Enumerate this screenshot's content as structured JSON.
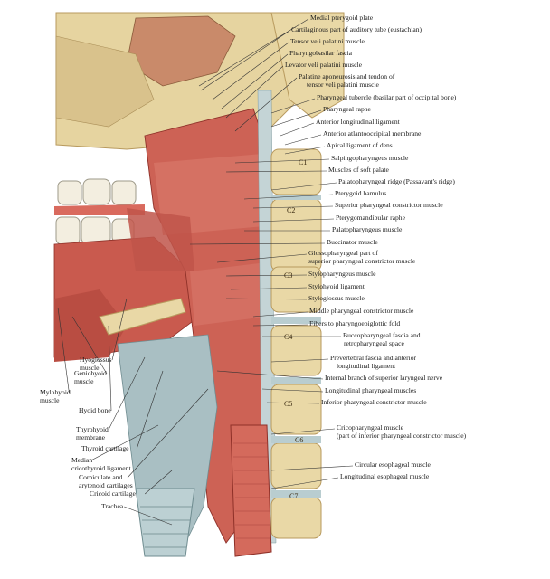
{
  "figure": {
    "right_labels": [
      {
        "id": "medial-pterygoid-plate",
        "text": "Medial pterygoid plate"
      },
      {
        "id": "cartilaginous-auditory-tube",
        "text": "Cartilaginous part of auditory tube (eustachian)"
      },
      {
        "id": "tensor-veli-palatini",
        "text": "Tensor veli palatini muscle"
      },
      {
        "id": "pharyngobasilar-fascia",
        "text": "Pharyngobasilar fascia"
      },
      {
        "id": "levator-veli-palatini",
        "text": "Levator veli palatini muscle"
      },
      {
        "id": "palatine-aponeurosis",
        "text": "Palatine aponeurosis and tendon of"
      },
      {
        "id": "palatine-aponeurosis-2",
        "text": "tensor veli palatini muscle"
      },
      {
        "id": "pharyngeal-tubercle",
        "text": "Pharyngeal tubercle (basilar part of occipital bone)"
      },
      {
        "id": "pharyngeal-raphe",
        "text": "Pharyngeal raphe"
      },
      {
        "id": "anterior-longitudinal-ligament",
        "text": "Anterior longitudinal ligament"
      },
      {
        "id": "anterior-atlantooccipital-membrane",
        "text": "Anterior atlantooccipital membrane"
      },
      {
        "id": "apical-ligament-dens",
        "text": "Apical ligament of dens"
      },
      {
        "id": "salpingopharyngeus",
        "text": "Salpingopharyngeus muscle"
      },
      {
        "id": "muscles-soft-palate",
        "text": "Muscles of soft palate"
      },
      {
        "id": "palatopharyngeal-ridge",
        "text": "Palatopharyngeal ridge (Passavant's ridge)"
      },
      {
        "id": "pterygoid-hamulus",
        "text": "Pterygoid hamulus"
      },
      {
        "id": "superior-constrictor",
        "text": "Superior pharyngeal constrictor muscle"
      },
      {
        "id": "pterygomandibular-raphe",
        "text": "Pterygomandibular raphe"
      },
      {
        "id": "palatopharyngeus",
        "text": "Palatopharyngeus muscle"
      },
      {
        "id": "buccinator",
        "text": "Buccinator muscle"
      },
      {
        "id": "glossopharyngeal-part",
        "text": "Glossopharyngeal part of"
      },
      {
        "id": "glossopharyngeal-part-2",
        "text": "superior pharyngeal constrictor muscle"
      },
      {
        "id": "stylopharyngeus",
        "text": "Stylopharyngeus muscle"
      },
      {
        "id": "stylohyoid-ligament",
        "text": "Stylohyoid ligament"
      },
      {
        "id": "styloglossus",
        "text": "Styloglossus muscle"
      },
      {
        "id": "middle-constrictor",
        "text": "Middle pharyngeal constrictor muscle"
      },
      {
        "id": "fibers-pharyngoepiglottic",
        "text": "Fibers to pharyngoepiglottic fold"
      },
      {
        "id": "buccopharyngeal-fascia",
        "text": "Buccopharyngeal fascia and"
      },
      {
        "id": "buccopharyngeal-fascia-2",
        "text": "retropharyngeal space"
      },
      {
        "id": "prevertebral-fascia",
        "text": "Prevertebral fascia and anterior"
      },
      {
        "id": "prevertebral-fascia-2",
        "text": "longitudinal ligament"
      },
      {
        "id": "internal-branch-sln",
        "text": "Internal branch of superior laryngeal nerve"
      },
      {
        "id": "longitudinal-pharyngeal",
        "text": "Longitudinal pharyngeal muscles"
      },
      {
        "id": "inferior-constrictor",
        "text": "Inferior pharyngeal constrictor muscle"
      },
      {
        "id": "cricopharyngeal",
        "text": "Cricopharyngeal muscle"
      },
      {
        "id": "cricopharyngeal-2",
        "text": "(part of inferior pharyngeal constrictor muscle)"
      },
      {
        "id": "circular-esophageal",
        "text": "Circular esophageal muscle"
      },
      {
        "id": "longitudinal-esophageal",
        "text": "Longitudinal esophageal muscle"
      }
    ],
    "left_labels": [
      {
        "id": "hyoglossus",
        "text": "Hyoglossus"
      },
      {
        "id": "hyoglossus-2",
        "text": "muscle"
      },
      {
        "id": "geniohyoid",
        "text": "Geniohyoid"
      },
      {
        "id": "geniohyoid-2",
        "text": "muscle"
      },
      {
        "id": "mylohyoid",
        "text": "Mylohyoid"
      },
      {
        "id": "mylohyoid-2",
        "text": "muscle"
      },
      {
        "id": "hyoid-bone",
        "text": "Hyoid bone"
      },
      {
        "id": "thyrohyoid-membrane",
        "text": "Thyrohyoid"
      },
      {
        "id": "thyrohyoid-membrane-2",
        "text": "membrane"
      },
      {
        "id": "thyroid-cartilage",
        "text": "Thyroid cartilage"
      },
      {
        "id": "median-cricothyroid",
        "text": "Median"
      },
      {
        "id": "median-cricothyroid-2",
        "text": "cricothyroid ligament"
      },
      {
        "id": "corniculate-arytenoid",
        "text": "Corniculate and"
      },
      {
        "id": "corniculate-arytenoid-2",
        "text": "arytenoid cartilages"
      },
      {
        "id": "cricoid-cartilage",
        "text": "Cricoid cartilage"
      },
      {
        "id": "trachea",
        "text": "Trachea"
      }
    ],
    "vertebrae": [
      {
        "id": "c1",
        "text": "C1"
      },
      {
        "id": "c2",
        "text": "C2"
      },
      {
        "id": "c3",
        "text": "C3"
      },
      {
        "id": "c4",
        "text": "C4"
      },
      {
        "id": "c5",
        "text": "C5"
      },
      {
        "id": "c6",
        "text": "C6"
      },
      {
        "id": "c7",
        "text": "C7"
      }
    ],
    "colors": {
      "muscle": "#c95a4e",
      "muscle_dark": "#9e3a32",
      "muscle_light": "#e38e80",
      "bone": "#e9d8a6",
      "bone_dark": "#c9b27a",
      "fascia": "#aabfc4",
      "cartilage": "#b9cdd0",
      "leader": "#333333"
    }
  }
}
